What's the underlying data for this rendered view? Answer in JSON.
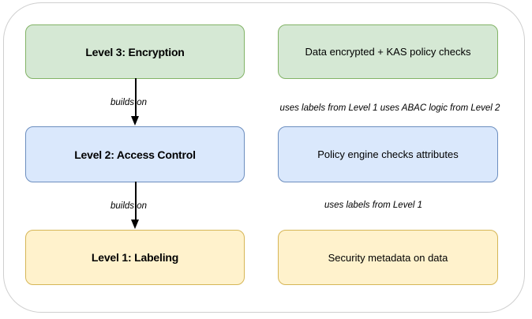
{
  "diagram": {
    "background": "#ffffff",
    "container_stroke": "#cfcfcf",
    "arrow_color": "#000000",
    "levels": [
      {
        "title": "Level 3: Encryption",
        "detail": "Data encrypted + KAS policy checks",
        "fill": "#d5e8d4",
        "stroke": "#82b366"
      },
      {
        "title": "Level 2: Access Control",
        "detail": "Policy engine checks attributes",
        "fill": "#dae8fc",
        "stroke": "#6c8ebf"
      },
      {
        "title": "Level 1: Labeling",
        "detail": "Security metadata on data",
        "fill": "#fff2cc",
        "stroke": "#d6b656"
      }
    ],
    "edges": [
      {
        "label": "builds on"
      },
      {
        "label": "builds on"
      }
    ],
    "annotations": [
      {
        "text": "uses labels from Level 1 uses ABAC logic from Level 2"
      },
      {
        "text": "uses labels from Level 1"
      }
    ]
  }
}
